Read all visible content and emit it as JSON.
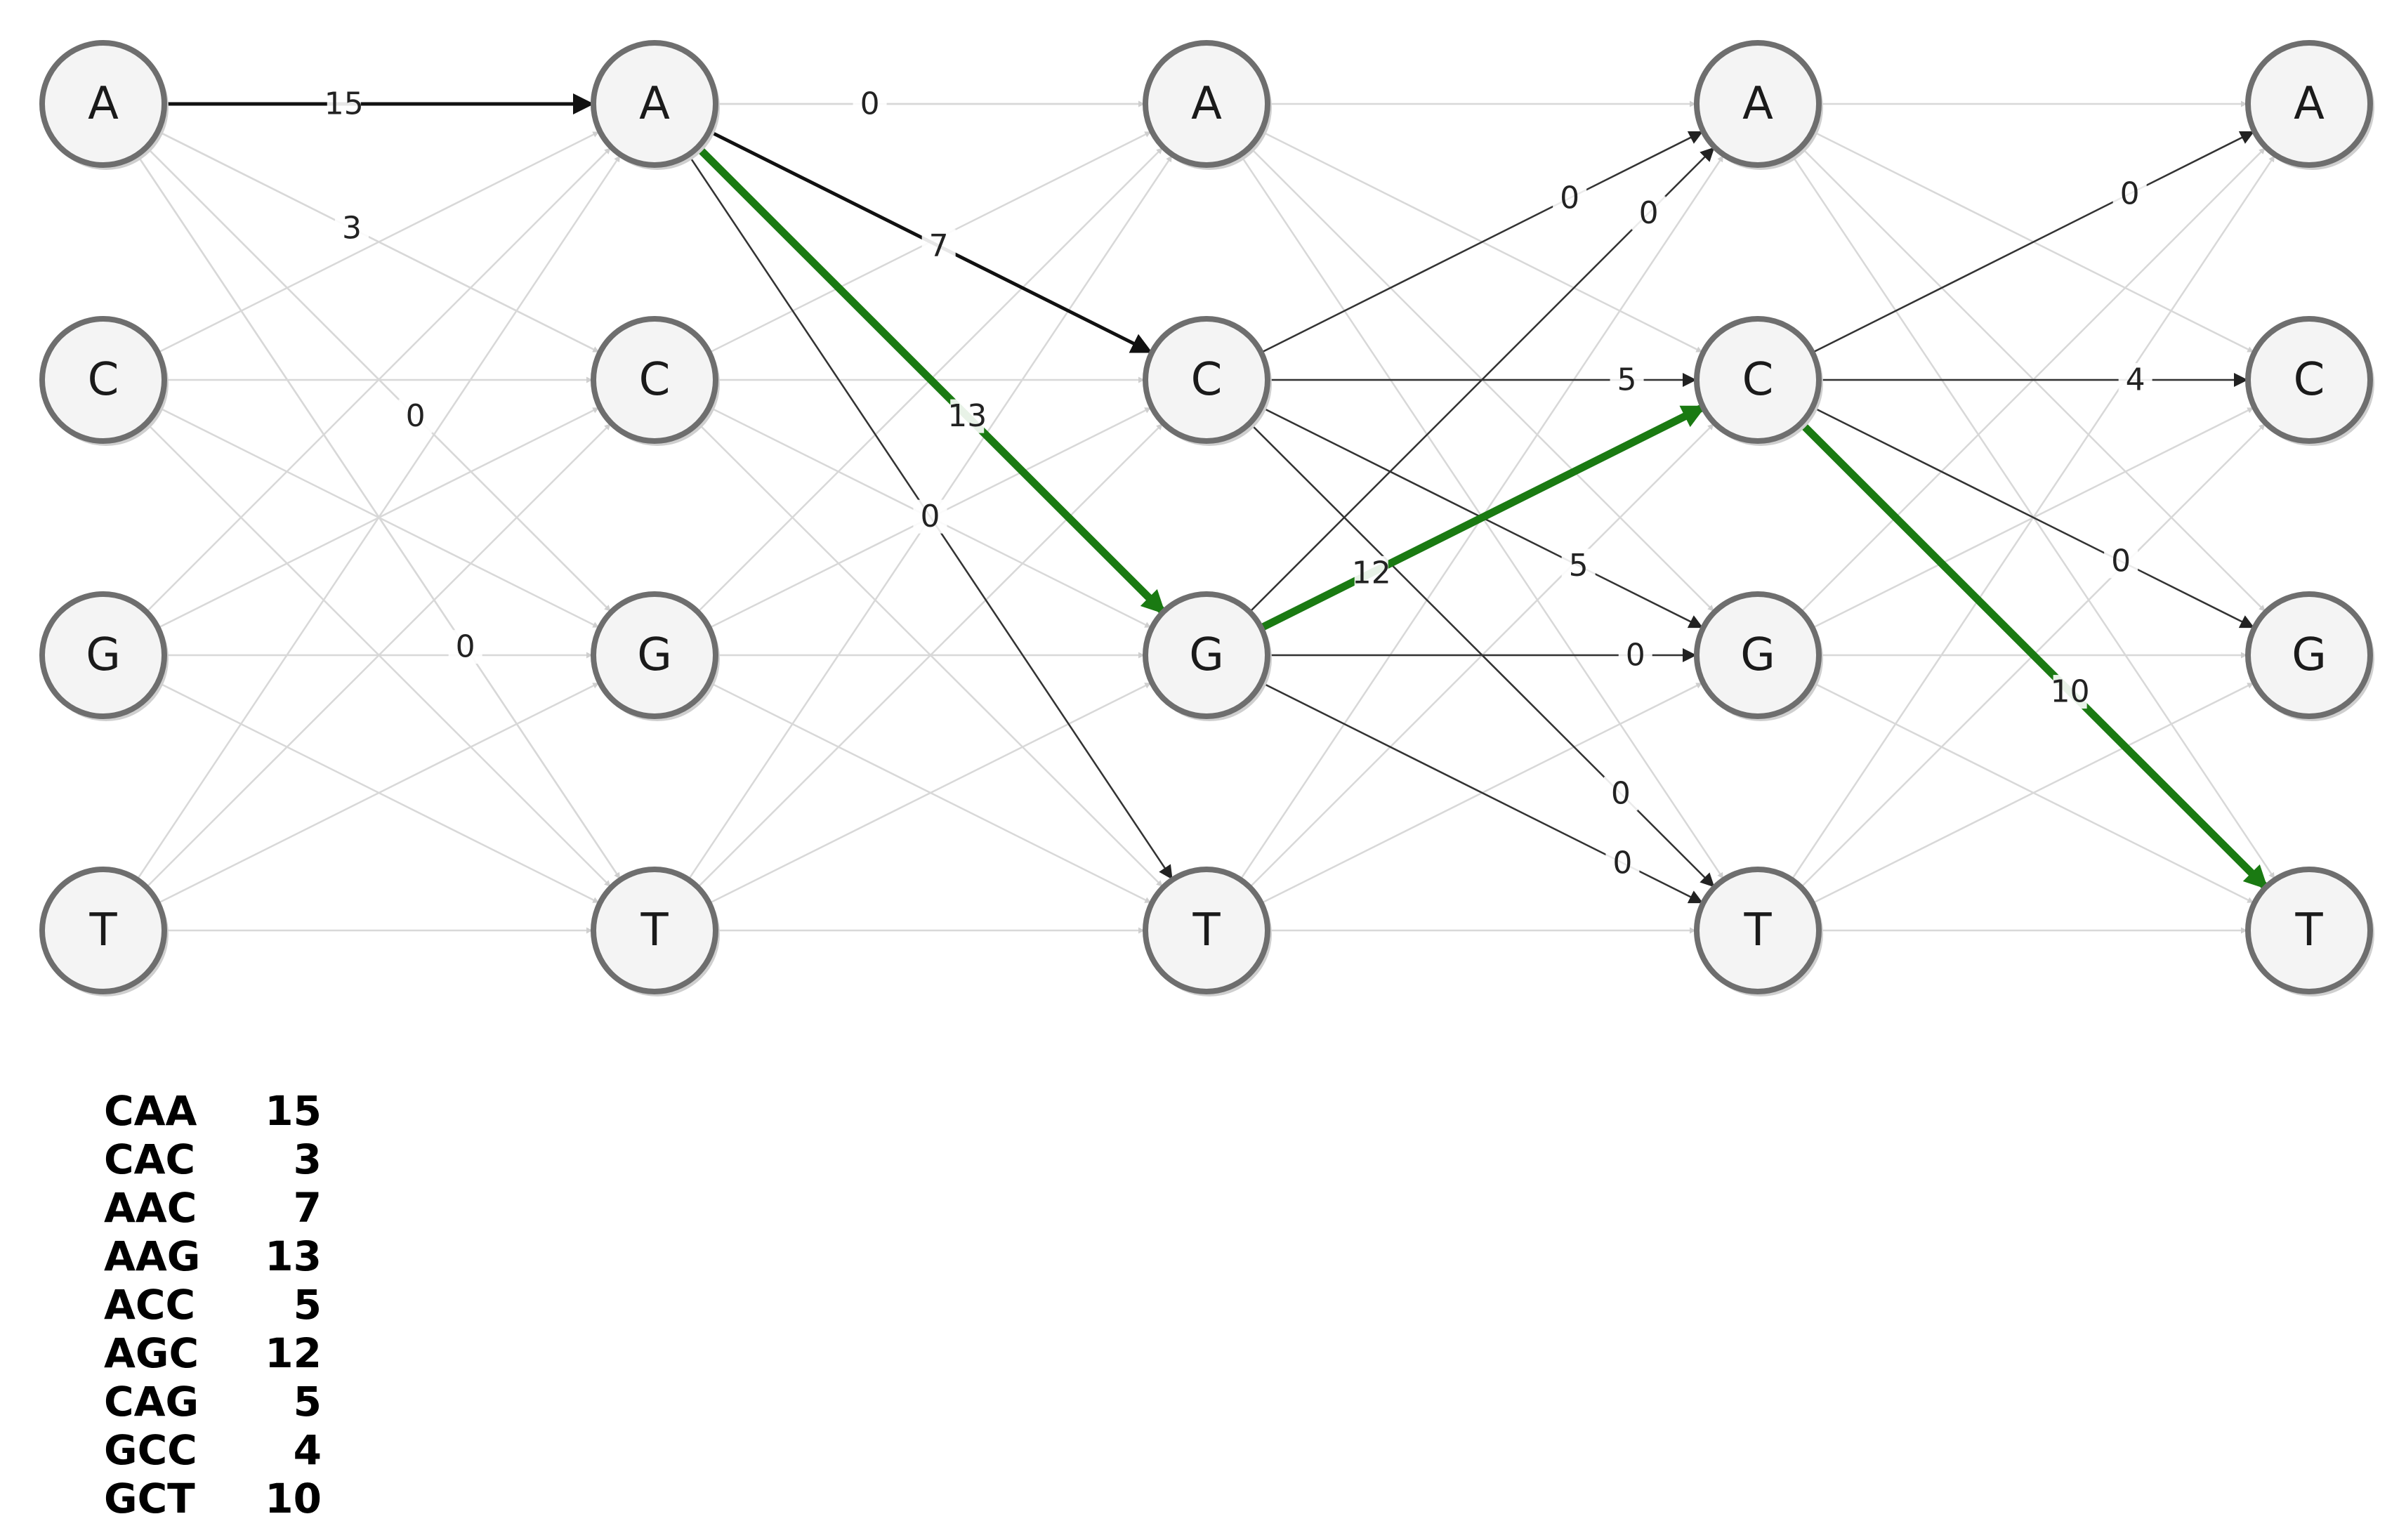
{
  "nodes": [
    {
      "id": "c0A",
      "column": 0,
      "label": "A"
    },
    {
      "id": "c0C",
      "column": 0,
      "label": "C"
    },
    {
      "id": "c0G",
      "column": 0,
      "label": "G"
    },
    {
      "id": "c0T",
      "column": 0,
      "label": "T"
    },
    {
      "id": "c1A",
      "column": 1,
      "label": "A"
    },
    {
      "id": "c1C",
      "column": 1,
      "label": "C"
    },
    {
      "id": "c1G",
      "column": 1,
      "label": "G"
    },
    {
      "id": "c1T",
      "column": 1,
      "label": "T"
    },
    {
      "id": "c2A",
      "column": 2,
      "label": "A"
    },
    {
      "id": "c2C",
      "column": 2,
      "label": "C"
    },
    {
      "id": "c2G",
      "column": 2,
      "label": "G"
    },
    {
      "id": "c2T",
      "column": 2,
      "label": "T"
    },
    {
      "id": "c3A",
      "column": 3,
      "label": "A"
    },
    {
      "id": "c3C",
      "column": 3,
      "label": "C"
    },
    {
      "id": "c3G",
      "column": 3,
      "label": "G"
    },
    {
      "id": "c3T",
      "column": 3,
      "label": "T"
    },
    {
      "id": "c4A",
      "column": 4,
      "label": "A"
    },
    {
      "id": "c4C",
      "column": 4,
      "label": "C"
    },
    {
      "id": "c4G",
      "column": 4,
      "label": "G"
    },
    {
      "id": "c4T",
      "column": 4,
      "label": "T"
    }
  ],
  "edges": [
    {
      "from": "c0A",
      "to": "c1A",
      "label": "15",
      "style": "bold"
    },
    {
      "from": "c0A",
      "to": "c1C",
      "label": "3",
      "style": "faint"
    },
    {
      "from": "c0A",
      "to": "c1G",
      "label": "0",
      "style": "faint"
    },
    {
      "from": "c0A",
      "to": "c1T",
      "label": "0",
      "style": "faint"
    },
    {
      "from": "c1A",
      "to": "c2A",
      "label": "0",
      "style": "faint"
    },
    {
      "from": "c1A",
      "to": "c2C",
      "label": "7",
      "style": "bold"
    },
    {
      "from": "c1A",
      "to": "c2G",
      "label": "13",
      "style": "green"
    },
    {
      "from": "c1A",
      "to": "c2T",
      "label": "0",
      "style": "dark"
    },
    {
      "from": "c2C",
      "to": "c3A",
      "label": "0",
      "style": "dark"
    },
    {
      "from": "c2C",
      "to": "c3C",
      "label": "5",
      "style": "dark"
    },
    {
      "from": "c2C",
      "to": "c3G",
      "label": "5",
      "style": "dark"
    },
    {
      "from": "c2C",
      "to": "c3T",
      "label": "0",
      "style": "dark"
    },
    {
      "from": "c2G",
      "to": "c3A",
      "label": "0",
      "style": "dark"
    },
    {
      "from": "c2G",
      "to": "c3C",
      "label": "12",
      "style": "green"
    },
    {
      "from": "c2G",
      "to": "c3G",
      "label": "0",
      "style": "dark"
    },
    {
      "from": "c2G",
      "to": "c3T",
      "label": "0",
      "style": "dark"
    },
    {
      "from": "c3C",
      "to": "c4A",
      "label": "0",
      "style": "dark"
    },
    {
      "from": "c3C",
      "to": "c4C",
      "label": "4",
      "style": "dark"
    },
    {
      "from": "c3C",
      "to": "c4G",
      "label": "0",
      "style": "dark"
    },
    {
      "from": "c3C",
      "to": "c4T",
      "label": "10",
      "style": "green"
    }
  ],
  "score_table": [
    {
      "codon": "CAA",
      "score": "15"
    },
    {
      "codon": "CAC",
      "score": "3"
    },
    {
      "codon": "AAC",
      "score": "7"
    },
    {
      "codon": "AAG",
      "score": "13"
    },
    {
      "codon": "ACC",
      "score": "5"
    },
    {
      "codon": "AGC",
      "score": "12"
    },
    {
      "codon": "CAG",
      "score": "5"
    },
    {
      "codon": "GCC",
      "score": "4"
    },
    {
      "codon": "GCT",
      "score": "10"
    }
  ],
  "colors": {
    "node_fill": "#f4f4f4",
    "node_stroke": "#6e6e6e",
    "edge_faint": "#d8d8d8",
    "edge_dark": "#333333",
    "edge_bold": "#111111",
    "highlight_path": "#1a7a12"
  }
}
